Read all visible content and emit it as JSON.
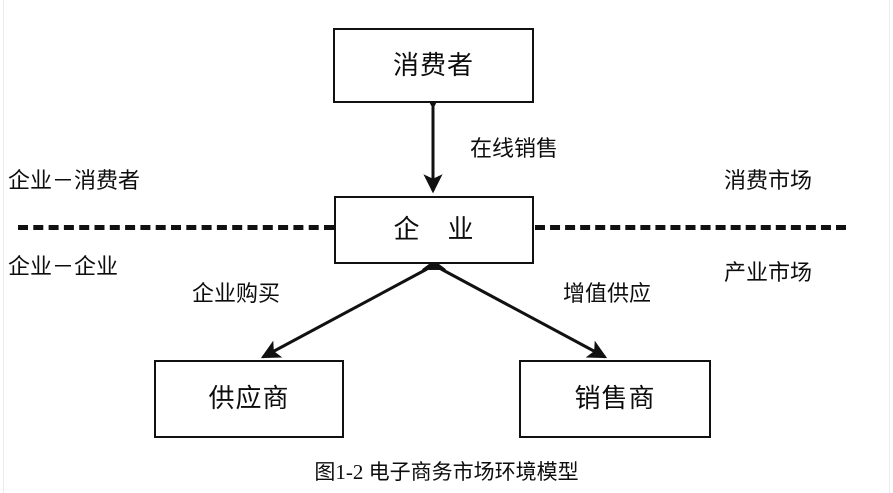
{
  "figure": {
    "caption": "图1-2 电子商务市场环境模型",
    "colors": {
      "stroke": "#111111",
      "background": "#ffffff",
      "text": "#0d0d0d"
    }
  },
  "nodes": {
    "consumer": {
      "label": "消费者"
    },
    "enterprise": {
      "label": "企　业"
    },
    "supplier": {
      "label": "供应商"
    },
    "retailer": {
      "label": "销售商"
    }
  },
  "edge_labels": {
    "online_sales": "在线销售",
    "enterprise_purchase": "企业购买",
    "value_added_supply": "增值供应"
  },
  "side_labels": {
    "left_top": "企业－消费者",
    "left_bottom": "企业－企业",
    "right_top": "消费市场",
    "right_bottom": "产业市场"
  }
}
